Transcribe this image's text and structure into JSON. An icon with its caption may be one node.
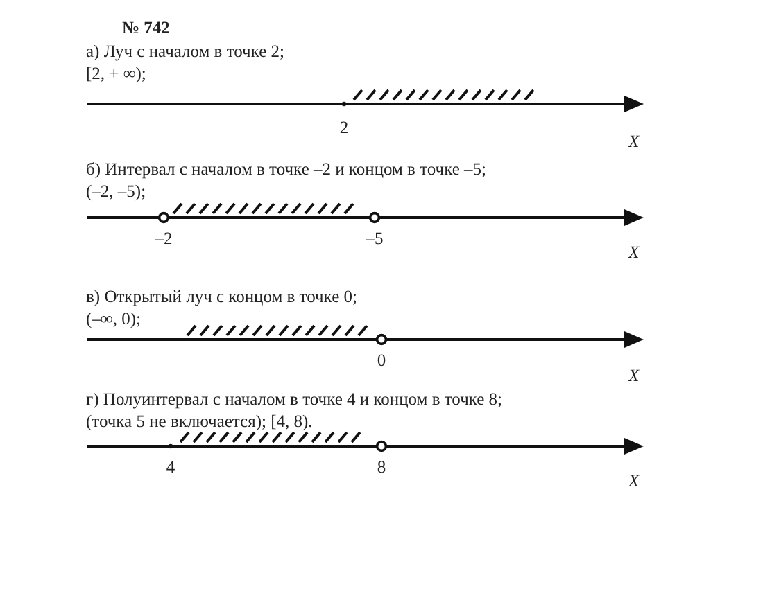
{
  "diagram": {
    "title": "№ 742",
    "labels": [
      "а) Луч с началом в точке 2;",
      "[2, + ∞);",
      "2",
      "X",
      "б) Интервал с началом в точке –2 и концом в точке –5;",
      "(–2, –5);",
      "–2",
      "–5",
      "X",
      "в) Открытый луч с концом в точке 0;",
      "(–∞, 0);",
      "0",
      "X",
      "г) Полуинтервал с началом в точке 4 и концом в точке 8;",
      "(точка 5 не включается); [4, 8).",
      "4",
      "8",
      "X"
    ]
  }
}
